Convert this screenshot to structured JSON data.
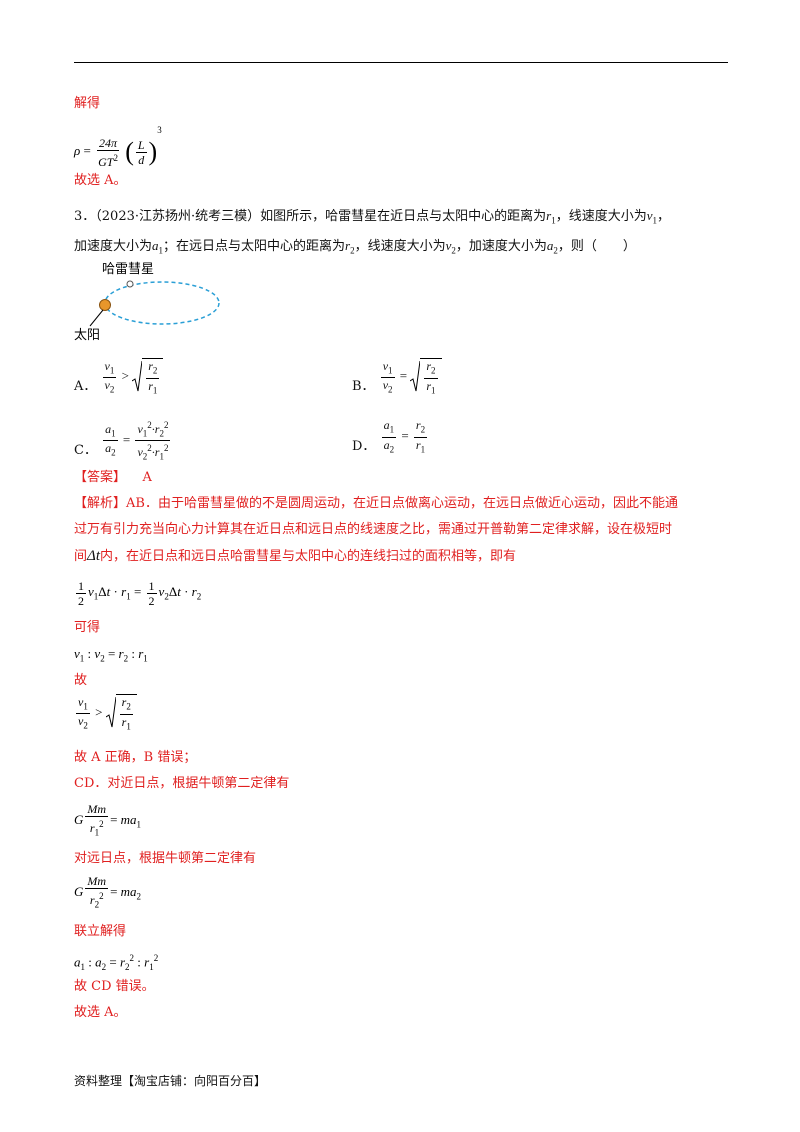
{
  "section1": {
    "jiede": "解得",
    "rho_lhs": "ρ",
    "rho_coef_num": "24π",
    "rho_coef_den": "GT",
    "rho_frac_num": "L",
    "rho_frac_den": "d",
    "rho_exp": "3",
    "xuan": "故选 A。"
  },
  "question": {
    "number": "3．",
    "source": "（2023·江苏扬州·统考三模）",
    "line1_a": "如图所示，哈雷彗星在近日点与太阳中心的距离为",
    "line1_b": "，线速度大小为",
    "line1_c": "，",
    "line2_a": "加速度大小为",
    "line2_b": "；在远日点与太阳中心的距离为",
    "line2_c": "，线速度大小为",
    "line2_d": "，加速度大小为",
    "line2_e": "，则（　　）",
    "var_r1": "r",
    "var_v1": "v",
    "var_a1": "a",
    "var_r2": "r",
    "var_v2": "v",
    "var_a2": "a"
  },
  "figure": {
    "comet_label": "哈雷彗星",
    "sun_label": "太阳",
    "orbit_color": "#2a9fd6",
    "sun_color": "#e8962b",
    "comet_color": "#ffffff"
  },
  "options": {
    "A_label": "A．",
    "B_label": "B．",
    "C_label": "C．",
    "D_label": "D．",
    "A_rel": ">",
    "B_rel": "=",
    "C_rel": "=",
    "D_rel": "="
  },
  "answer": {
    "tag": "【答案】",
    "value": "A"
  },
  "analysis": {
    "tag": "【解析】",
    "p1": "AB．由于哈雷彗星做的不是圆周运动，在近日点做离心运动，在远日点做近心运动，因此不能通",
    "p2": "过万有引力充当向心力计算其在近日点和远日点的线速度之比，需通过开普勒第二定律求解，设在极短时",
    "p3_a": "间",
    "p3_dt": "Δt",
    "p3_b": "内，在近日点和远日点哈雷彗星与太阳中心的连线扫过的面积相等，即有",
    "kede": "可得",
    "gu": "故",
    "conclusion_ab": "故 A 正确，B 错误；",
    "cd_intro": "CD．对近日点，根据牛顿第二定律有",
    "far_intro": "对远日点，根据牛顿第二定律有",
    "lianli": "联立解得",
    "conclusion_cd": "故 CD 错误。",
    "final": "故选 A。"
  },
  "footer": {
    "text": "资料整理【淘宝店铺：向阳百分百】"
  }
}
